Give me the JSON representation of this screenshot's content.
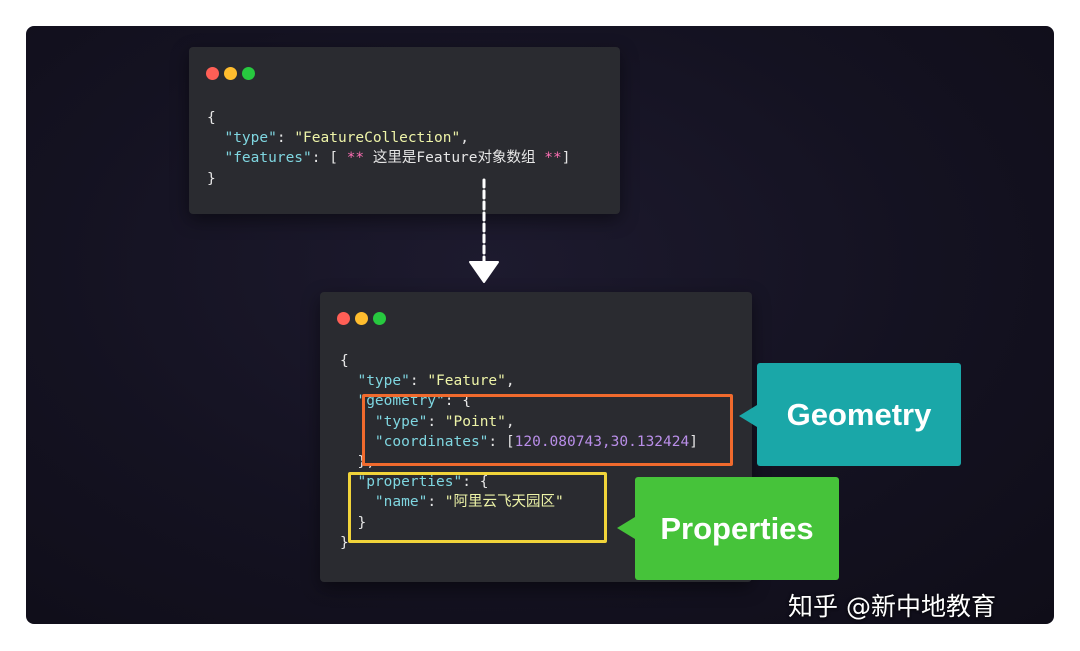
{
  "top_window": {
    "lines": [
      {
        "text": "{"
      },
      {
        "indent": "  ",
        "key": "\"type\"",
        "sep": ": ",
        "value": "\"FeatureCollection\"",
        "end": ","
      },
      {
        "indent": "  ",
        "key": "\"features\"",
        "sep": ": [ ",
        "marker_open": "**",
        "comment": " 这里是Feature对象数组 ",
        "marker_close": "**",
        "end": "]"
      },
      {
        "text": "}"
      }
    ]
  },
  "bottom_window": {
    "lines": [
      {
        "text": "{"
      },
      {
        "indent": "  ",
        "key": "\"type\"",
        "sep": ": ",
        "value": "\"Feature\"",
        "end": ","
      },
      {
        "indent": "  ",
        "key": "\"geometry\"",
        "sep": ": ",
        "end": "{"
      },
      {
        "indent": "    ",
        "key": "\"type\"",
        "sep": ": ",
        "value": "\"Point\"",
        "end": ","
      },
      {
        "indent": "    ",
        "key": "\"coordinates\"",
        "sep": ": [",
        "number": "120.080743,30.132424",
        "end": "]"
      },
      {
        "indent": "  ",
        "end": "},"
      },
      {
        "indent": "  ",
        "key": "\"properties\"",
        "sep": ": ",
        "end": "{"
      },
      {
        "indent": "    ",
        "key": "\"name\"",
        "sep": ": ",
        "value": "\"阿里云飞天园区\""
      },
      {
        "indent": "  ",
        "end": "}"
      },
      {
        "text": "}"
      }
    ]
  },
  "labels": {
    "geometry": "Geometry",
    "properties": "Properties"
  },
  "watermark": "知乎 @新中地教育",
  "colors": {
    "geometry_box": "#f06a2d",
    "properties_box": "#f1d43a",
    "geometry_label_bg": "#1aa7a8",
    "properties_label_bg": "#46c33a",
    "key": "#7fd6e0",
    "string": "#eef4a8",
    "number": "#b98ee8",
    "marker": "#ff6fb5"
  }
}
